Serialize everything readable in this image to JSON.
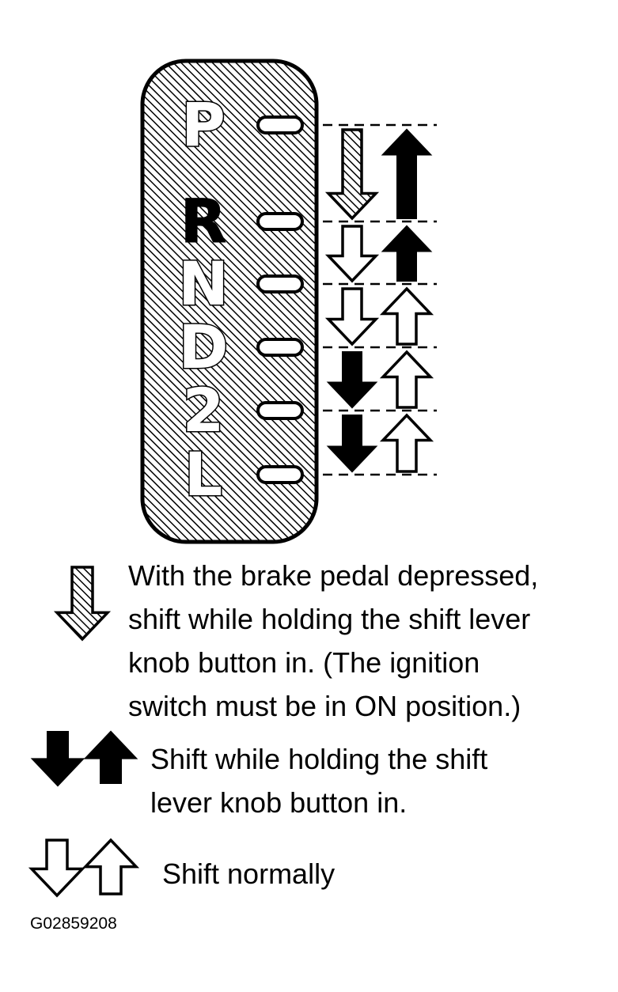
{
  "gate": {
    "positions": [
      "P",
      "R",
      "N",
      "D",
      "2",
      "L"
    ],
    "emphasized_position": "R",
    "shift_rules": [
      {
        "from": "P",
        "to": "R",
        "down": "hatched",
        "up": "solid"
      },
      {
        "from": "R",
        "to": "N",
        "down": "outline",
        "up": "solid"
      },
      {
        "from": "N",
        "to": "D",
        "down": "outline",
        "up": "outline"
      },
      {
        "from": "D",
        "to": "2",
        "down": "solid",
        "up": "outline"
      },
      {
        "from": "2",
        "to": "L",
        "down": "solid",
        "up": "outline"
      }
    ]
  },
  "legend": {
    "hatched": {
      "icon": "hatched-down-arrow-icon",
      "lines": [
        "With the brake pedal depressed,",
        "shift while holding the shift lever",
        "knob button in. (The ignition",
        "switch must be in ON position.)"
      ]
    },
    "solid": {
      "icon": "solid-arrows-icon",
      "lines": [
        "Shift while holding the shift",
        "lever knob button in."
      ]
    },
    "outline": {
      "icon": "outline-arrows-icon",
      "lines": [
        "Shift normally"
      ]
    }
  },
  "figure_id": "G02859208",
  "colors": {
    "ink": "#000000",
    "paper": "#ffffff"
  }
}
